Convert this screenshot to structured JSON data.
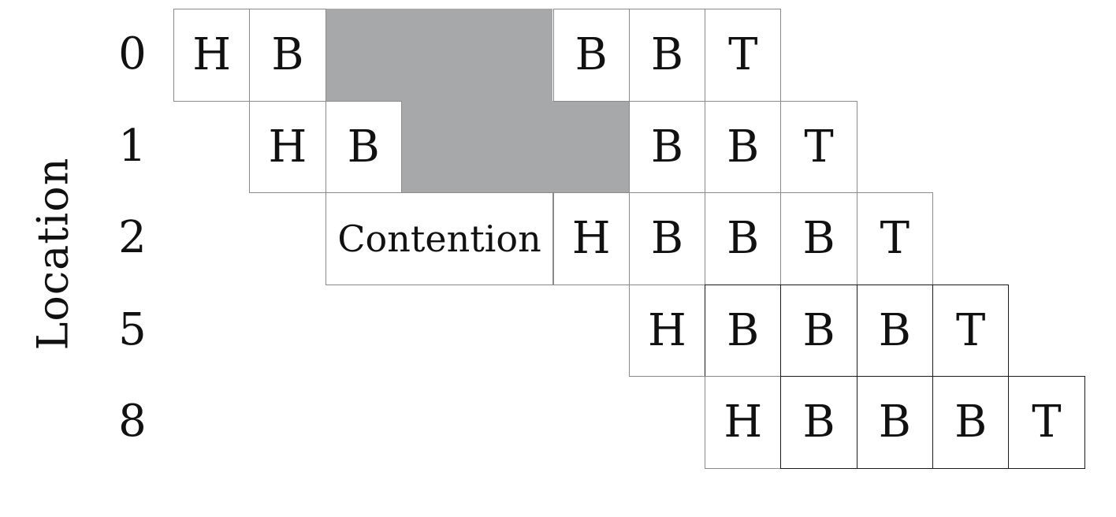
{
  "y_axis_label": "Location",
  "rows": [
    {
      "label": "0",
      "cells": [
        {
          "text": "H",
          "col": 0,
          "span": 1
        },
        {
          "text": "B",
          "col": 1,
          "span": 1
        },
        {
          "text": "B",
          "col": 5,
          "span": 1
        },
        {
          "text": "B",
          "col": 6,
          "span": 1
        },
        {
          "text": "T",
          "col": 7,
          "span": 1
        }
      ]
    },
    {
      "label": "1",
      "cells": [
        {
          "text": "H",
          "col": 1,
          "span": 1
        },
        {
          "text": "B",
          "col": 2,
          "span": 1
        },
        {
          "text": "B",
          "col": 6,
          "span": 1
        },
        {
          "text": "B",
          "col": 7,
          "span": 1
        },
        {
          "text": "T",
          "col": 8,
          "span": 1
        }
      ]
    },
    {
      "label": "2",
      "cells": [
        {
          "text": "Contention",
          "col": 2,
          "span": 3
        },
        {
          "text": "H",
          "col": 5,
          "span": 1
        },
        {
          "text": "B",
          "col": 6,
          "span": 1
        },
        {
          "text": "B",
          "col": 7,
          "span": 1
        },
        {
          "text": "B",
          "col": 8,
          "span": 1
        },
        {
          "text": "T",
          "col": 9,
          "span": 1
        }
      ]
    },
    {
      "label": "5",
      "cells": [
        {
          "text": "H",
          "col": 6,
          "span": 1
        },
        {
          "text": "B",
          "col": 7,
          "span": 1
        },
        {
          "text": "B",
          "col": 8,
          "span": 1
        },
        {
          "text": "B",
          "col": 9,
          "span": 1
        },
        {
          "text": "T",
          "col": 10,
          "span": 1
        }
      ]
    },
    {
      "label": "8",
      "cells": [
        {
          "text": "H",
          "col": 7,
          "span": 1
        },
        {
          "text": "B",
          "col": 8,
          "span": 1
        },
        {
          "text": "B",
          "col": 9,
          "span": 1
        },
        {
          "text": "B",
          "col": 10,
          "span": 1
        },
        {
          "text": "T",
          "col": 11,
          "span": 1
        }
      ]
    }
  ],
  "stall_regions": [
    {
      "row": 0,
      "col_start": 2,
      "col_end": 5
    },
    {
      "row": 1,
      "col_start": 3,
      "col_end": 6
    }
  ],
  "colors": {
    "stall_fill": "#a6a8aa",
    "cell_border": "#8a8a8a",
    "text": "#111111"
  }
}
